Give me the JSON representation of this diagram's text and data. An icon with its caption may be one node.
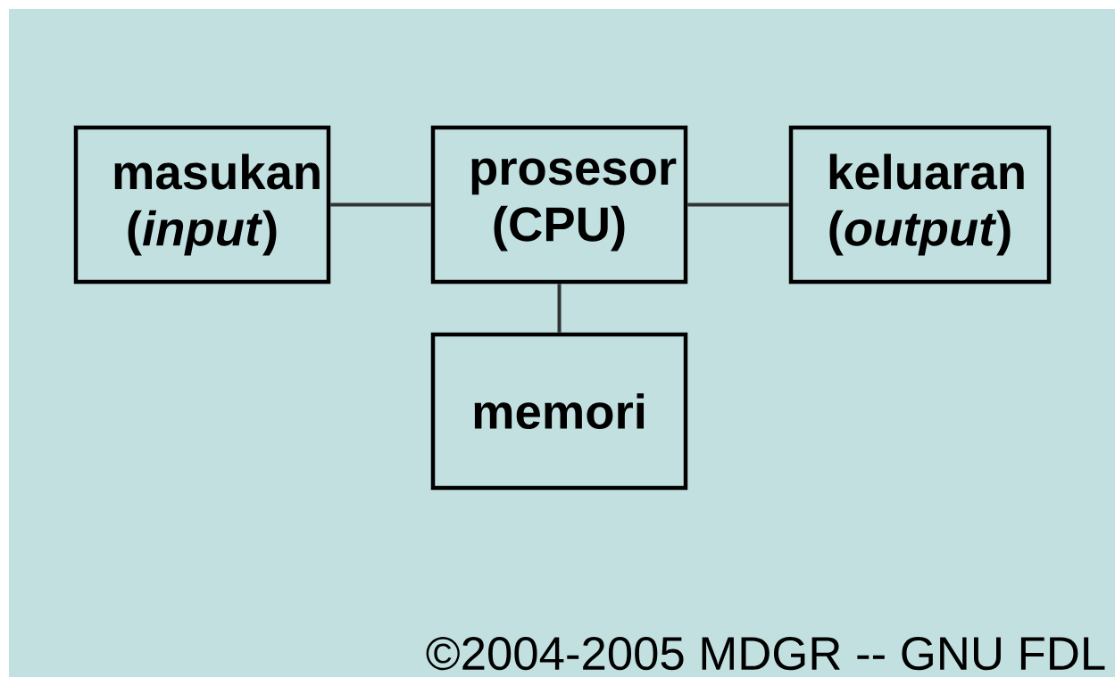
{
  "diagram": {
    "nodes": [
      {
        "text": [
          "masukan (*input*)"
        ]
      },
      {
        "text": [
          "prosesor (CPU)"
        ]
      },
      {
        "text": [
          "keluaran (*output*)"
        ]
      },
      {
        "text": [
          "memori"
        ]
      }
    ],
    "edges": [
      {
        "from": 0,
        "to": 1,
        "arrow": "none"
      },
      {
        "from": 1,
        "to": 2,
        "arrow": "none"
      },
      {
        "from": 1,
        "to": 3,
        "arrow": "none"
      }
    ],
    "labels": [
      "©2004-2005 MDGR -- GNU FDL"
    ]
  }
}
